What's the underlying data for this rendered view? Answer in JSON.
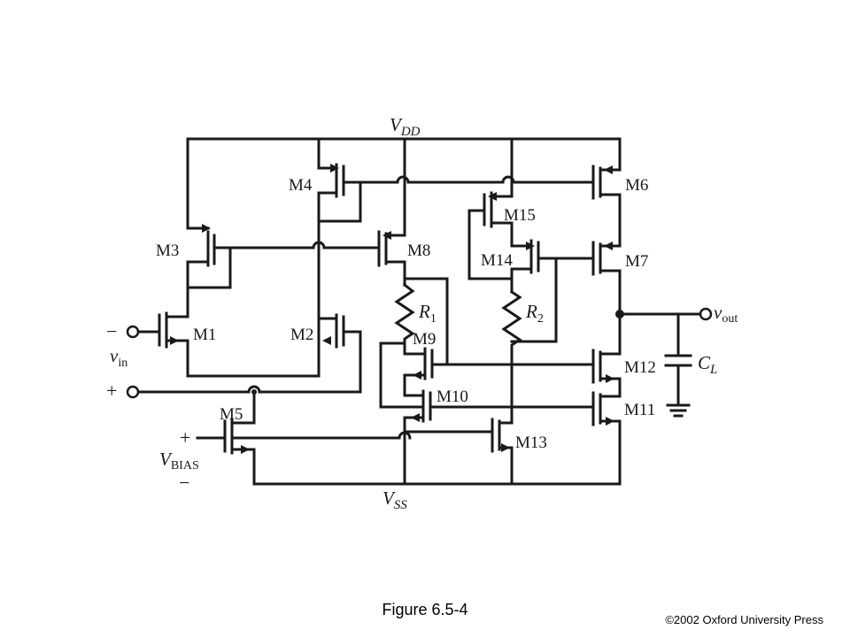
{
  "figure": {
    "caption": "Figure 6.5-4",
    "copyright": "©2002 Oxford University Press"
  },
  "rails": {
    "vdd": {
      "main": "V",
      "sub": "DD"
    },
    "vss": {
      "main": "V",
      "sub": "SS"
    }
  },
  "transistors": {
    "m1": "M1",
    "m2": "M2",
    "m3": "M3",
    "m4": "M4",
    "m5": "M5",
    "m6": "M6",
    "m7": "M7",
    "m8": "M8",
    "m9": "M9",
    "m10": "M10",
    "m11": "M11",
    "m12": "M12",
    "m13": "M13",
    "m14": "M14",
    "m15": "M15"
  },
  "resistors": {
    "r1": {
      "main": "R",
      "sub": "1"
    },
    "r2": {
      "main": "R",
      "sub": "2"
    }
  },
  "capacitor": {
    "main": "C",
    "sub": "L"
  },
  "ports": {
    "vin": {
      "main": "v",
      "sub": "in",
      "minus": "−",
      "plus": "+"
    },
    "vout": {
      "main": "v",
      "sub": "out"
    },
    "vbias": {
      "main": "V",
      "sub": "BIAS",
      "plus": "+",
      "minus": "−"
    }
  }
}
